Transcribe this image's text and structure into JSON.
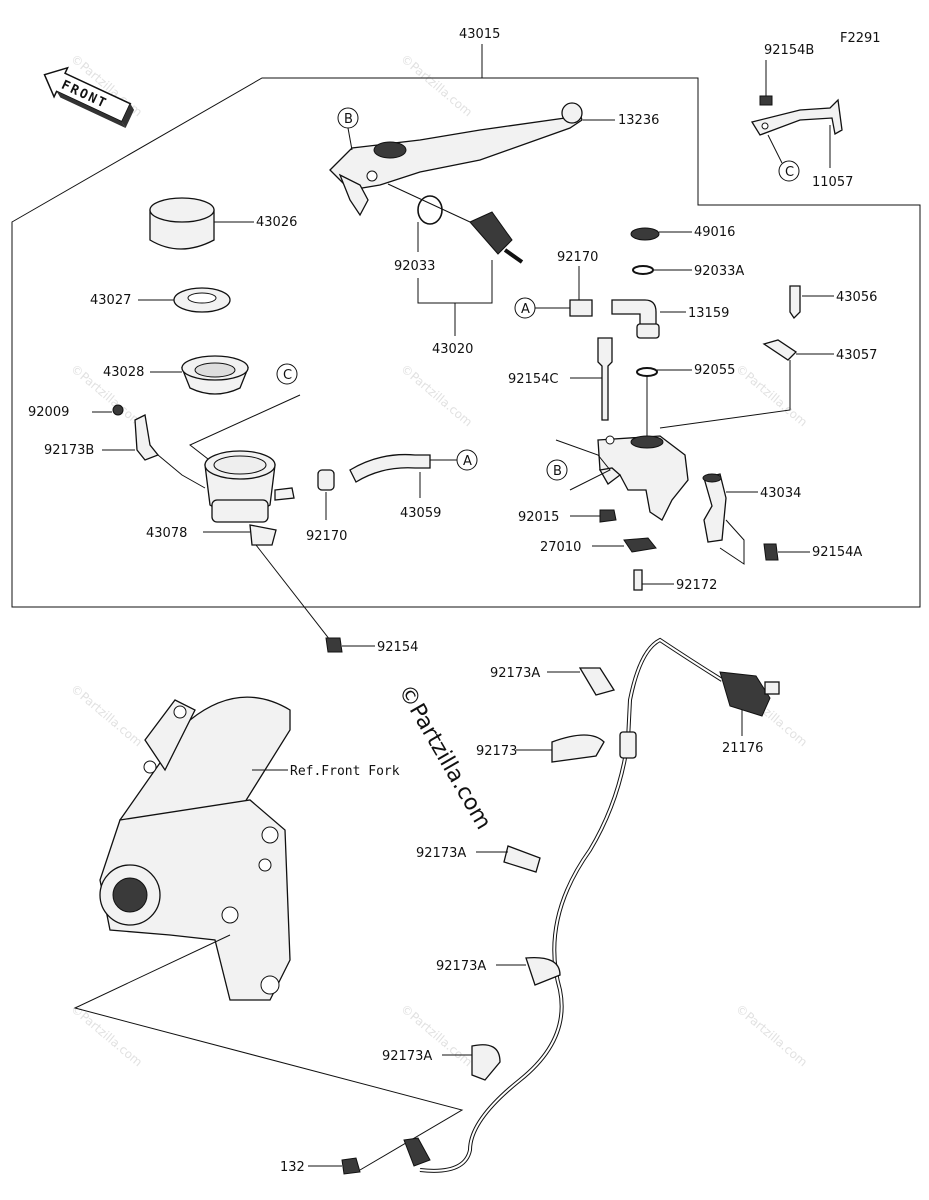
{
  "figure_code": "F2291",
  "front_arrow": "FRONT",
  "watermark": "©Partzilla.com",
  "ref_front_fork": "Ref.Front Fork",
  "ref_markers": [
    "A",
    "B",
    "C"
  ],
  "labels": {
    "p43015": "43015",
    "p92154B": "92154B",
    "p13236": "13236",
    "p11057": "11057",
    "p43026": "43026",
    "p43027": "43027",
    "p43028": "43028",
    "p92009": "92009",
    "p92173B": "92173B",
    "p43078": "43078",
    "p92033": "92033",
    "p43020": "43020",
    "p92170a": "92170",
    "p92170b": "92170",
    "p43059": "43059",
    "p49016": "49016",
    "p92033A": "92033A",
    "p13159": "13159",
    "p43056": "43056",
    "p43057": "43057",
    "p92154C": "92154C",
    "p92055": "92055",
    "p43034": "43034",
    "p92015": "92015",
    "p27010": "27010",
    "p92154A": "92154A",
    "p92172": "92172",
    "p92154": "92154",
    "p92173A_1": "92173A",
    "p92173": "92173",
    "p21176": "21176",
    "p92173A_2": "92173A",
    "p92173A_3": "92173A",
    "p92173A_4": "92173A",
    "p132": "132"
  }
}
